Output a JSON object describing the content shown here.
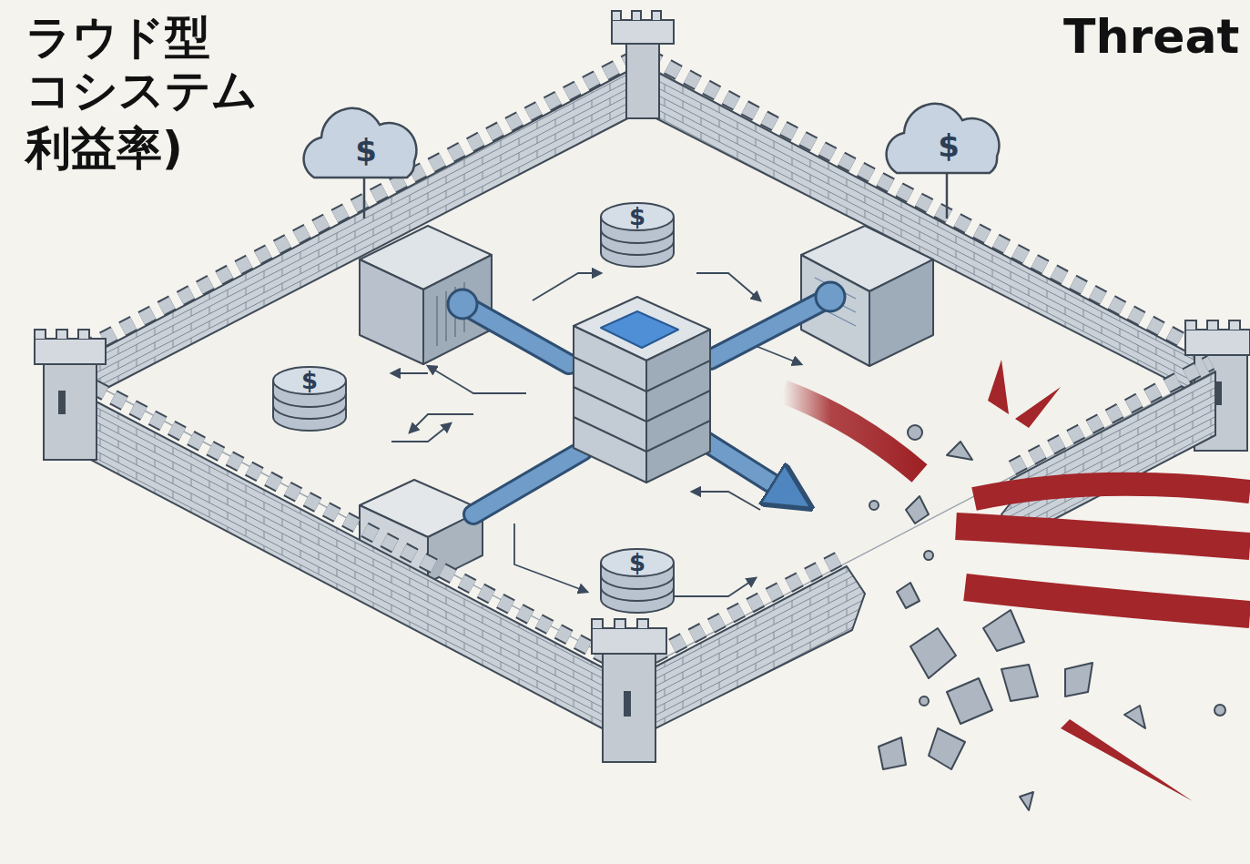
{
  "diagram": {
    "labels": [
      "ラウド型",
      "コシステム",
      "利益率)",
      "Threat",
      "$",
      "$",
      "$",
      "$",
      "$"
    ]
  }
}
